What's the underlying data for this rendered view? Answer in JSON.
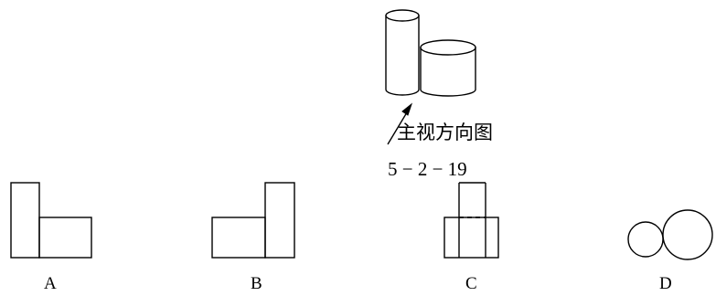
{
  "figure": {
    "direction_label": "主视方向图",
    "figure_number": "5 − 2 − 19"
  },
  "options": [
    {
      "label": "A"
    },
    {
      "label": "B"
    },
    {
      "label": "C"
    },
    {
      "label": "D"
    }
  ]
}
